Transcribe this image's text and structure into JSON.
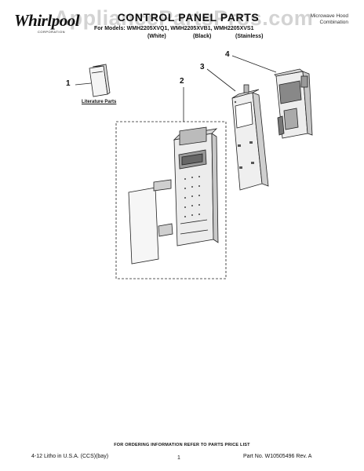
{
  "brand": {
    "name": "Whirlpool",
    "sub": "CORPORATION"
  },
  "watermark": "AppliancePartsPros.com",
  "header": {
    "title": "CONTROL PANEL PARTS",
    "models_prefix": "For Models:",
    "models": "WMH2205XVQ1, WMH2205XVB1, WMH2205XVS1",
    "variants": [
      "(White)",
      "(Black)",
      "(Stainless)"
    ],
    "corner_line1": "Microwave Hood",
    "corner_line2": "Combination"
  },
  "callouts": [
    "1",
    "2",
    "3",
    "4"
  ],
  "literature_label": "Literature Parts",
  "footer": {
    "ordering_info": "FOR ORDERING INFORMATION REFER TO PARTS PRICE LIST",
    "litho": "4-12 Litho in U.S.A. (CCS)(bay)",
    "page": "1",
    "part_no": "Part No. W10505496 Rev. A"
  }
}
